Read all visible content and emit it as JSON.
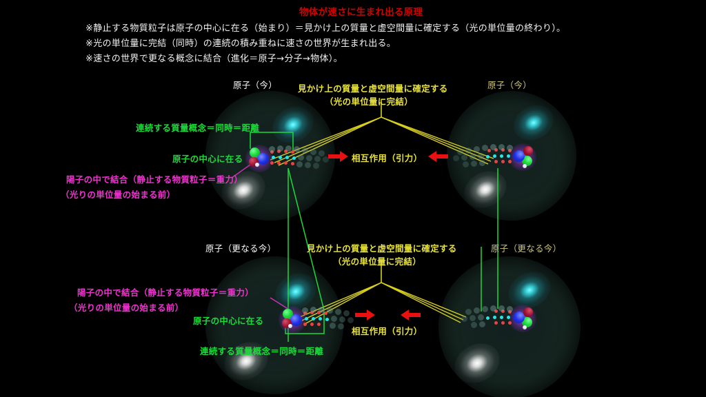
{
  "title": "物体が速さに生まれ出る原理",
  "header": {
    "lines": [
      "※静止する物質粒子は原子の中心に在る（始まり）＝見かけ上の質量と虚空間量に確定する（光の単位量の終わり）。",
      "※光の単位量に完結（同時）の連続の積み重ねに速さの世界が生まれ出る。",
      "※速さの世界で更なる概念に結合（進化＝原子→分子→物体）。"
    ]
  },
  "colors": {
    "title_red": "#d40000",
    "header_white": "#f2f2f2",
    "label_yellow": "#e8e23c",
    "label_green": "#1bdb3c",
    "label_magenta": "#ef33cf",
    "label_khaki": "#cfc878",
    "arrow_red": "#e81010",
    "connector_yellow": "#d8d020",
    "connector_green": "#1bdb3c",
    "atom_body": "#13211f",
    "glow_cyan": "#7dffff",
    "glow_white": "#ffffff"
  },
  "upper_section": {
    "atom_left_label": "原子（今）",
    "atom_right_label": "原子（今）",
    "apex_label_line1": "見かけ上の質量と虚空間量に確定する",
    "apex_label_line2": "（光の単位量に完結）",
    "mass_concept_label": "連続する質量概念＝同時＝距離",
    "center_of_atom_label": "原子の中心に在る",
    "proton_label_line1": "陽子の中で結合（静止する物質粒子＝重力）",
    "proton_label_line2": "（光りの単位量の始まる前）",
    "interaction_label": "相互作用（引力）"
  },
  "lower_section": {
    "atom_left_label": "原子（更なる今）",
    "atom_right_label": "原子（更なる今）",
    "apex_label_line1": "見かけ上の質量と虚空間量に確定する",
    "apex_label_line2": "（光の単位量に完結）",
    "mass_concept_label": "連続する質量概念＝同時＝距離",
    "center_of_atom_label": "原子の中心に在る",
    "proton_label_line1": "陽子の中で結合（静止する物質粒子＝重力）",
    "proton_label_line2": "（光りの単位量の始まる前）",
    "interaction_label": "相互作用（引力）"
  },
  "icons": {
    "arrow_right": "arrow-right-icon",
    "arrow_left": "arrow-left-icon"
  }
}
